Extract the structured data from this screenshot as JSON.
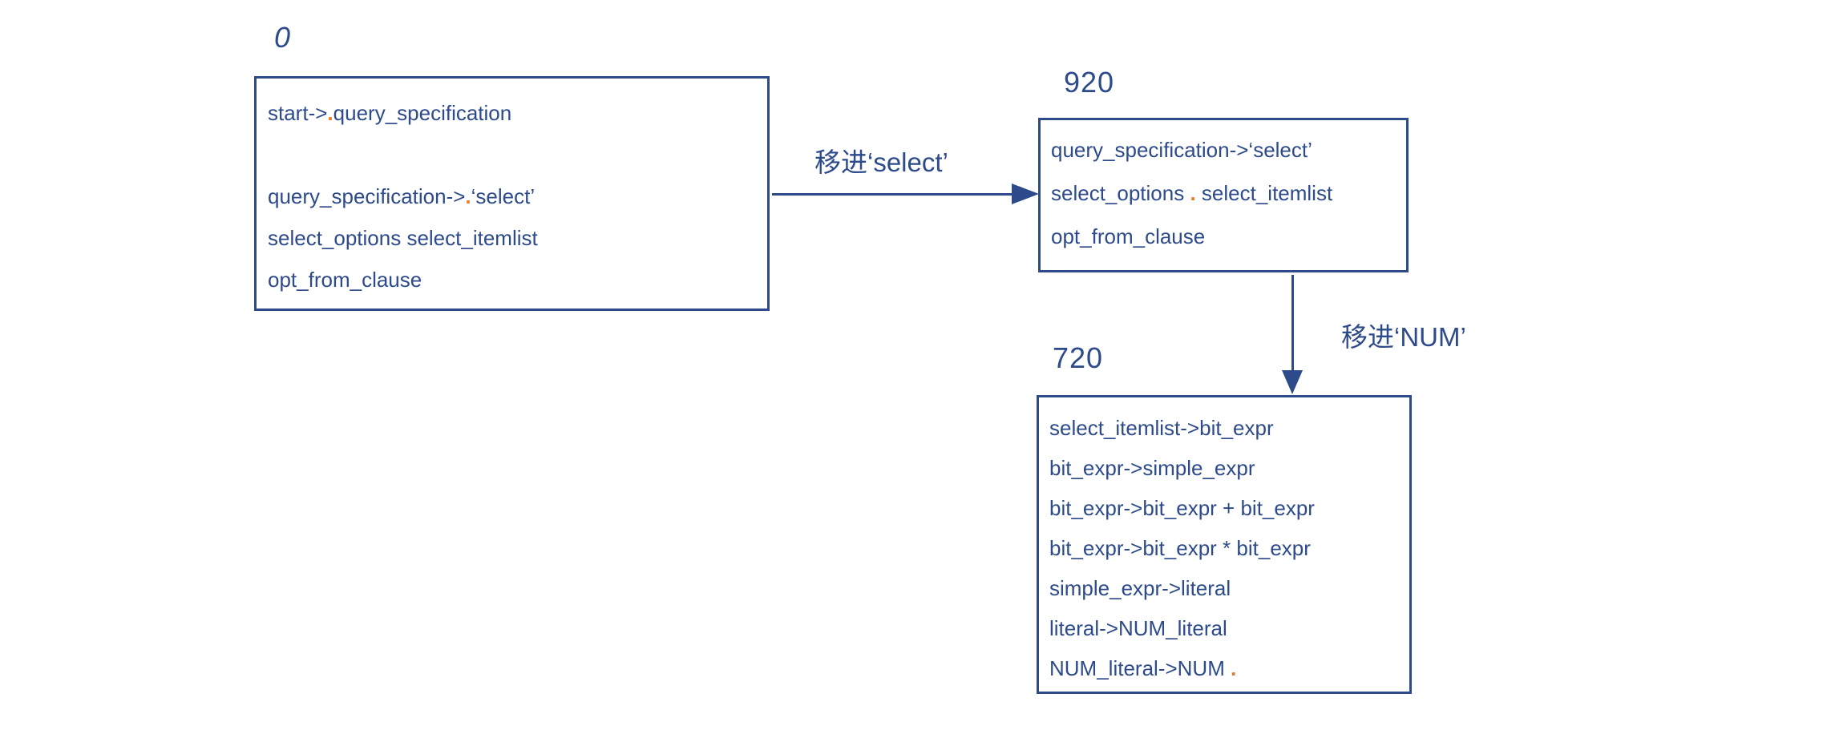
{
  "colors": {
    "ink": "#2d4a8a",
    "accent": "#e87a2c",
    "background": "#ffffff"
  },
  "diagram": {
    "type": "lr-parser-state-diagram",
    "states": [
      {
        "id": "state-0",
        "label": "0",
        "lines": [
          [
            {
              "text": "start->"
            },
            {
              "text": ".",
              "accent": true
            },
            {
              "text": "query_specification"
            }
          ],
          [],
          [
            {
              "text": "query_specification->"
            },
            {
              "text": ".",
              "accent": true
            },
            {
              "text": "‘select’"
            }
          ],
          [
            {
              "text": "select_options select_itemlist"
            }
          ],
          [
            {
              "text": "opt_from_clause"
            }
          ]
        ]
      },
      {
        "id": "state-920",
        "label": "920",
        "lines": [
          [
            {
              "text": "query_specification->‘select’"
            }
          ],
          [
            {
              "text": "select_options "
            },
            {
              "text": ".",
              "accent": true
            },
            {
              "text": " select_itemlist"
            }
          ],
          [
            {
              "text": "opt_from_clause"
            }
          ]
        ]
      },
      {
        "id": "state-720",
        "label": "720",
        "lines": [
          [
            {
              "text": "select_itemlist->bit_expr"
            }
          ],
          [
            {
              "text": "bit_expr->simple_expr"
            }
          ],
          [
            {
              "text": "bit_expr->bit_expr + bit_expr"
            }
          ],
          [
            {
              "text": "bit_expr->bit_expr * bit_expr"
            }
          ],
          [
            {
              "text": "simple_expr->literal"
            }
          ],
          [
            {
              "text": "literal->NUM_literal"
            }
          ],
          [
            {
              "text": "NUM_literal->NUM "
            },
            {
              "text": ".",
              "accent": true
            }
          ]
        ]
      }
    ],
    "transitions": [
      {
        "from": "0",
        "to": "920",
        "label": "移进‘select’",
        "direction": "right"
      },
      {
        "from": "920",
        "to": "720",
        "label": "移进‘NUM’",
        "direction": "down"
      }
    ]
  }
}
